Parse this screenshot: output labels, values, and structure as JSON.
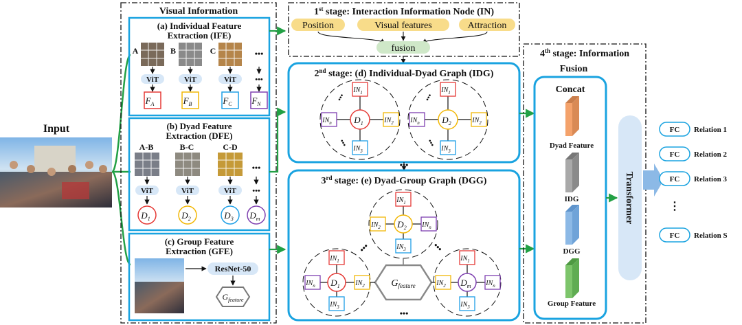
{
  "input": {
    "label": "Input"
  },
  "visual": {
    "title": "Visual  Information",
    "ife": {
      "title_line1": "(a) Individual Feature",
      "title_line2": "Extraction (IFE)",
      "people": [
        "A",
        "B",
        "C"
      ],
      "vit": "ViT",
      "ellipsis": "•••",
      "features": [
        {
          "base": "F",
          "sub": "A",
          "color": "#e53935"
        },
        {
          "base": "F",
          "sub": "B",
          "color": "#f2b705"
        },
        {
          "base": "F",
          "sub": "C",
          "color": "#1e9fe6"
        },
        {
          "base": "F",
          "sub": "N",
          "color": "#7e3fb0"
        }
      ]
    },
    "dfe": {
      "title_line1": "(b) Dyad Feature",
      "title_line2": "Extraction (DFE)",
      "pairs": [
        "A-B",
        "B-C",
        "C-D"
      ],
      "vit": "ViT",
      "ellipsis": "•••",
      "dyads": [
        {
          "base": "D",
          "sub": "1",
          "color": "#e53935"
        },
        {
          "base": "D",
          "sub": "2",
          "color": "#f2b705"
        },
        {
          "base": "D",
          "sub": "3",
          "color": "#1e9fe6"
        },
        {
          "base": "D",
          "sub": "m",
          "color": "#7e3fb0"
        }
      ]
    },
    "gfe": {
      "title_line1": "(c) Group Feature",
      "title_line2": "Extraction (GFE)",
      "resnet": "ResNet-50",
      "gfeature_base": "G",
      "gfeature_sub": "feature"
    }
  },
  "stage1": {
    "prefix": "1",
    "sup": "st",
    "title": " stage: Interaction Information Node (IN)",
    "position": "Position",
    "visual_features": "Visual features",
    "attraction": "Attraction",
    "fusion": "fusion"
  },
  "stage2": {
    "prefix": "2",
    "sup": "nd",
    "title": " stage: (d) Individual-Dyad Graph (IDG)"
  },
  "stage3": {
    "prefix": "3",
    "sup": "rd",
    "title": " stage: (e) Dyad-Group Graph (DGG)"
  },
  "graph_labels": {
    "in1": "IN",
    "in2": "IN",
    "in3": "IN",
    "inn": "IN",
    "s1": "1",
    "s2": "2",
    "s3": "3",
    "sn": "n",
    "d1": "D",
    "d1s": "1",
    "d2": "D",
    "d2s": "2",
    "dm": "D",
    "dms": "m",
    "ellipsis": "•••"
  },
  "stage4": {
    "prefix": "4",
    "sup": "th",
    "title_line1": " stage: Information",
    "title_line2": "Fusion",
    "concat": "Concat",
    "bars": [
      {
        "label": "Dyad Feature",
        "color": "#f4a26b"
      },
      {
        "label": "IDG",
        "color": "#a9a9a9"
      },
      {
        "label": "DGG",
        "color": "#8cb9e6"
      },
      {
        "label": "Group Feature",
        "color": "#7dc56b"
      }
    ],
    "transformer": "Transformer"
  },
  "outputs": {
    "fc": "FC",
    "relations": [
      "Relation 1",
      "Relation 2",
      "Relation 3",
      "Relation S"
    ],
    "ellipsis": "⋮"
  },
  "colors": {
    "cyan": "#1aa3e0",
    "green": "#22a045",
    "light_blue": "#d7e7f7",
    "yellow": "#f8dc8a",
    "light_green": "#cfe8c8"
  }
}
